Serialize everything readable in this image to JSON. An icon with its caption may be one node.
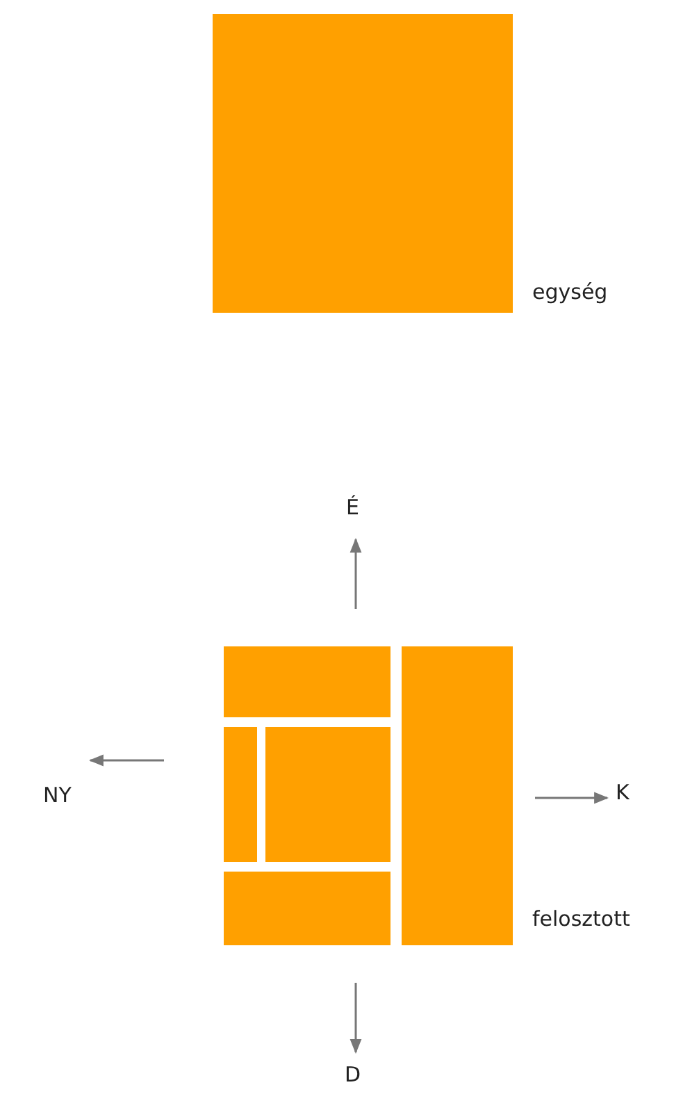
{
  "diagram": {
    "nodes": [
      {
        "text": [],
        "shape": "box",
        "beside": [
          "egység"
        ]
      },
      {
        "text": [],
        "shape": "box"
      },
      {
        "text": [],
        "shape": "box"
      },
      {
        "text": [],
        "shape": "box"
      },
      {
        "text": [],
        "shape": "box"
      },
      {
        "text": [],
        "shape": "box"
      }
    ],
    "labels": [
      "É",
      "NY",
      "K",
      "D",
      "felosztott"
    ]
  }
}
